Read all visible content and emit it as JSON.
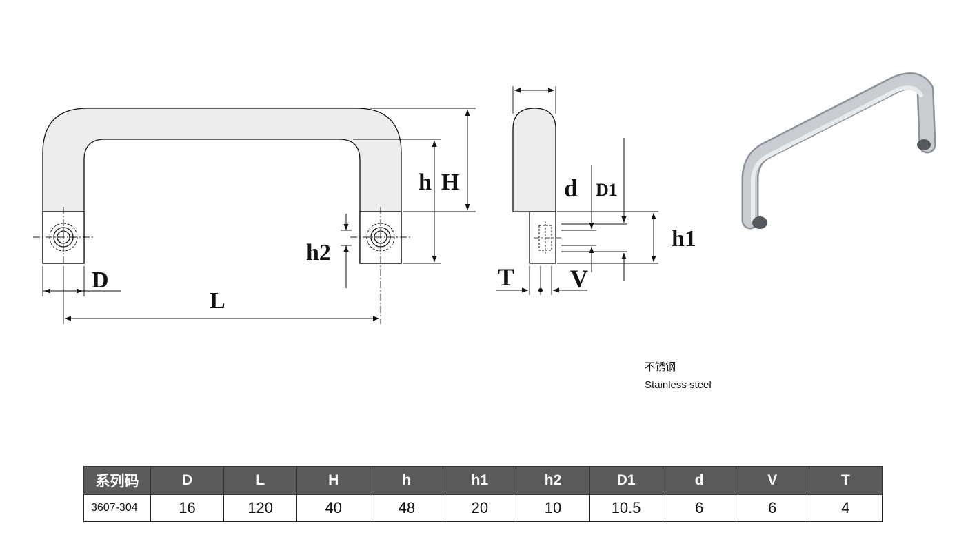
{
  "drawing": {
    "labels": {
      "D": "D",
      "L": "L",
      "h": "h",
      "H": "H",
      "h2": "h2",
      "d": "d",
      "D1": "D1",
      "h1": "h1",
      "T": "T",
      "V": "V"
    }
  },
  "material": {
    "cn": "不锈钢",
    "en": "Stainless steel"
  },
  "table": {
    "headers": [
      "系列码",
      "D",
      "L",
      "H",
      "h",
      "h1",
      "h2",
      "D1",
      "d",
      "V",
      "T"
    ],
    "rows": [
      [
        "3607-304",
        "16",
        "120",
        "40",
        "48",
        "20",
        "10",
        "10.5",
        "6",
        "6",
        "4"
      ]
    ]
  }
}
